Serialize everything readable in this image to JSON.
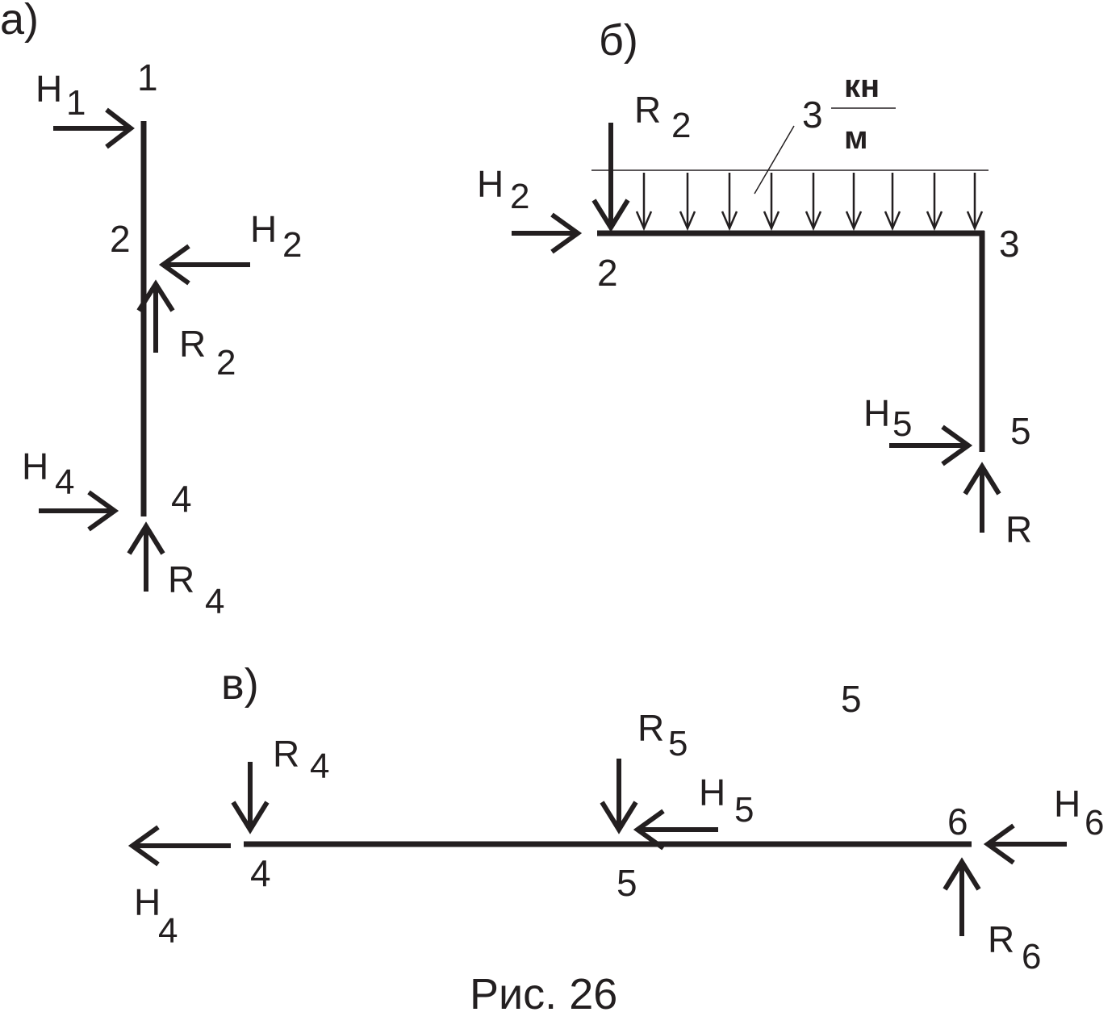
{
  "panels": {
    "a": {
      "label": "а)",
      "nodes": {
        "n1": "1",
        "n2": "2",
        "n4": "4"
      },
      "forces": {
        "H1": {
          "letter": "H",
          "index": "1"
        },
        "H2": {
          "letter": "H",
          "index": "2"
        },
        "R2": {
          "letter": "R",
          "index": "2"
        },
        "H4": {
          "letter": "H",
          "index": "4"
        },
        "R4": {
          "letter": "R",
          "index": "4"
        }
      }
    },
    "b": {
      "label": "б)",
      "nodes": {
        "n2": "2",
        "n3": "3",
        "n5": "5"
      },
      "load": {
        "value": "3",
        "unit_top": "кн",
        "unit_bottom": "м"
      },
      "forces": {
        "R2": {
          "letter": "R",
          "index": "2"
        },
        "H2": {
          "letter": "H",
          "index": "2"
        },
        "H5": {
          "letter": "H",
          "index": "5"
        },
        "R5": {
          "letter": "R"
        }
      },
      "stray_label": "5"
    },
    "c": {
      "label": "в)",
      "nodes": {
        "n4": "4",
        "n5": "5",
        "n6": "6"
      },
      "forces": {
        "R4": {
          "letter": "R",
          "index": "4"
        },
        "H4": {
          "letter": "H",
          "index": "4"
        },
        "R5": {
          "letter": "R",
          "index": "5"
        },
        "H5": {
          "letter": "H",
          "index": "5"
        },
        "H6": {
          "letter": "H",
          "index": "6"
        },
        "R6": {
          "letter": "R",
          "index": "6"
        }
      }
    }
  },
  "caption": "Рис. 26",
  "colors": {
    "ink": "#231f20",
    "background": "#ffffff"
  }
}
